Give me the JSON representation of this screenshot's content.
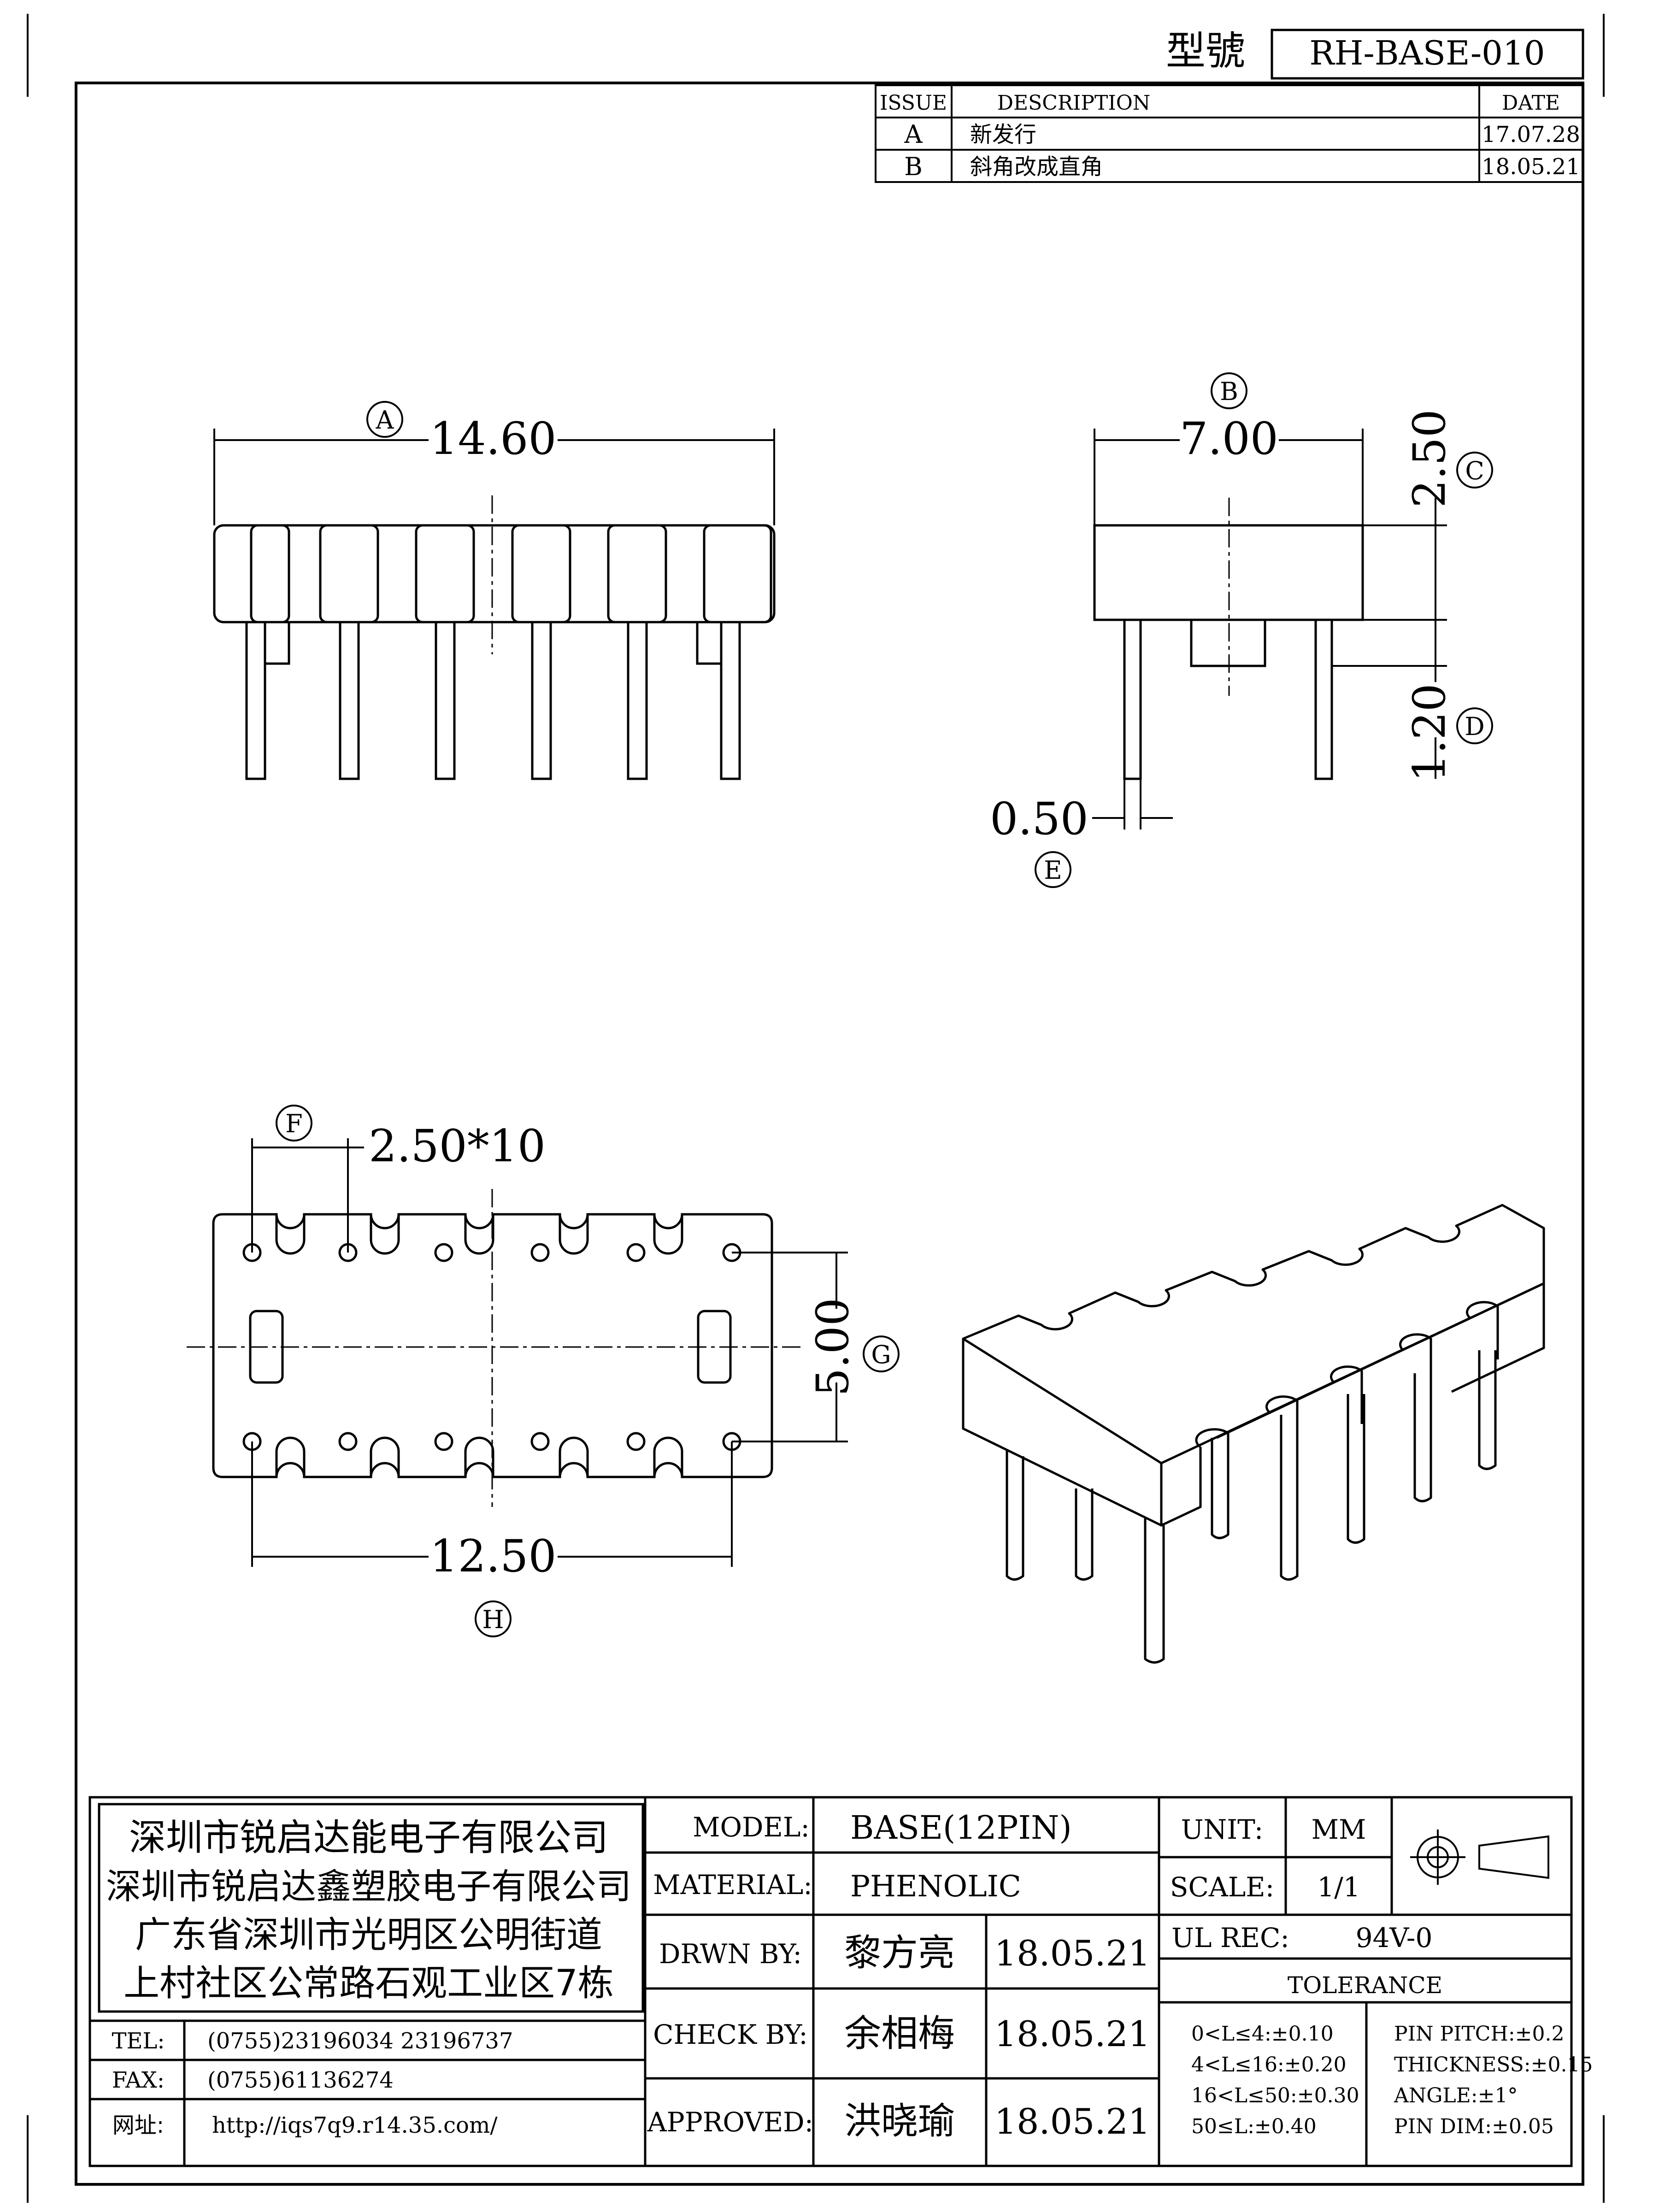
{
  "header": {
    "model_label": "型號",
    "model_number": "RH-BASE-010"
  },
  "revision": {
    "headers": {
      "issue": "ISSUE",
      "description": "DESCRIPTION",
      "date": "DATE"
    },
    "rows": [
      {
        "issue": "A",
        "description": "新发行",
        "date": "17.07.28"
      },
      {
        "issue": "B",
        "description": "斜角改成直角",
        "date": "18.05.21"
      }
    ]
  },
  "dimensions": {
    "A": {
      "tag": "A",
      "value": "14.60"
    },
    "B": {
      "tag": "B",
      "value": "7.00"
    },
    "C": {
      "tag": "C",
      "value": "2.50"
    },
    "D": {
      "tag": "D",
      "value": "1.20"
    },
    "E": {
      "tag": "E",
      "value": "0.50"
    },
    "F": {
      "tag": "F",
      "value": "2.50*10"
    },
    "G": {
      "tag": "G",
      "value": "5.00"
    },
    "H": {
      "tag": "H",
      "value": "12.50"
    }
  },
  "company": {
    "lines": [
      "深圳市锐启达能电子有限公司",
      "深圳市锐启达鑫塑胶电子有限公司",
      "广东省深圳市光明区公明街道",
      "上村社区公常路石观工业区7栋"
    ],
    "tel_label": "TEL:",
    "tel": "(0755)23196034  23196737",
    "fax_label": "FAX:",
    "fax": "(0755)61136274",
    "web_label": "网址:",
    "web": "http://iqs7q9.r14.35.com/"
  },
  "title_block": {
    "model_label": "MODEL:",
    "model": "BASE(12PIN)",
    "material_label": "MATERIAL:",
    "material": "PHENOLIC",
    "drawn_label": "DRWN BY:",
    "drawn_by": "黎方亮",
    "drawn_date": "18.05.21",
    "check_label": "CHECK BY:",
    "check_by": "余相梅",
    "check_date": "18.05.21",
    "approved_label": "APPROVED:",
    "approved_by": "洪晓瑜",
    "approved_date": "18.05.21",
    "unit_label": "UNIT:",
    "unit": "MM",
    "scale_label": "SCALE:",
    "scale": "1/1",
    "ul_label": "UL REC:",
    "ul": "94V-0",
    "tolerance_title": "TOLERANCE",
    "tolerance_left": [
      "0<L≤4:±0.10",
      "4<L≤16:±0.20",
      "16<L≤50:±0.30",
      "50≤L:±0.40"
    ],
    "tolerance_right": [
      "PIN PITCH:±0.2",
      "THICKNESS:±0.15",
      "ANGLE:±1°",
      "PIN DIM:±0.05"
    ]
  },
  "colors": {
    "line": "#000000",
    "background": "#ffffff"
  }
}
